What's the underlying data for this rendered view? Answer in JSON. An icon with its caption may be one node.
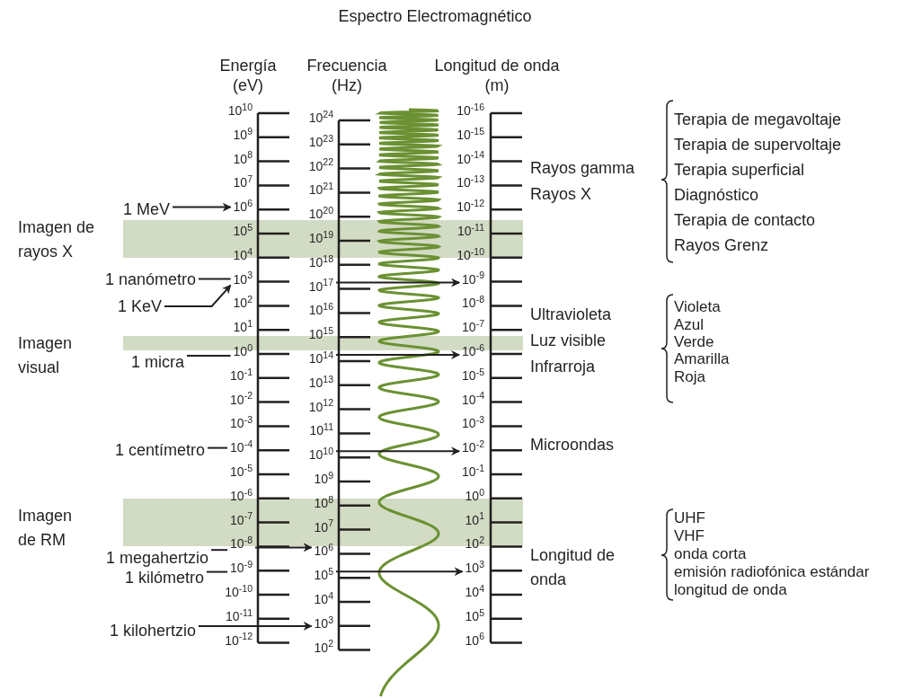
{
  "diagram": {
    "title": "Espectro Electromagnético",
    "nodes": [
      {
        "text": [
          "1 MeV"
        ]
      },
      {
        "text": [
          "1 nanómetro"
        ]
      },
      {
        "text": [
          "1 KeV"
        ]
      },
      {
        "text": [
          "1 micra"
        ]
      },
      {
        "text": [
          "1 centímetro"
        ]
      },
      {
        "text": [
          "1 megahertzio"
        ]
      },
      {
        "text": [
          "1 kilómetro"
        ]
      },
      {
        "text": [
          "1 kilohertzio"
        ]
      },
      {
        "text": [
          "10$^{10}$"
        ]
      },
      {
        "text": [
          "10$^{9}$"
        ]
      },
      {
        "text": [
          "10$^{8}$"
        ]
      },
      {
        "text": [
          "10$^{7}$"
        ]
      },
      {
        "text": [
          "10$^{6}$"
        ]
      },
      {
        "text": [
          "10$^{5}$"
        ]
      },
      {
        "text": [
          "10$^{4}$"
        ]
      },
      {
        "text": [
          "10$^{3}$"
        ]
      },
      {
        "text": [
          "10$^{2}$"
        ]
      },
      {
        "text": [
          "10$^{1}$"
        ]
      },
      {
        "text": [
          "10$^{0}$"
        ]
      },
      {
        "text": [
          "10$^{-1}$"
        ]
      },
      {
        "text": [
          "10$^{-2}$"
        ]
      },
      {
        "text": [
          "10$^{-3}$"
        ]
      },
      {
        "text": [
          "10$^{-4}$"
        ]
      },
      {
        "text": [
          "10$^{-5}$"
        ]
      },
      {
        "text": [
          "10$^{-6}$"
        ]
      },
      {
        "text": [
          "10$^{-7}$"
        ]
      },
      {
        "text": [
          "10$^{-8}$"
        ]
      },
      {
        "text": [
          "10$^{-9}$"
        ]
      },
      {
        "text": [
          "10$^{-10}$"
        ]
      },
      {
        "text": [
          "10$^{-11}$"
        ]
      },
      {
        "text": [
          "10$^{-12}$"
        ]
      },
      {
        "text": [
          "10$^{24}$"
        ]
      },
      {
        "text": [
          "10$^{23}$"
        ]
      },
      {
        "text": [
          "10$^{22}$"
        ]
      },
      {
        "text": [
          "10$^{21}$"
        ]
      },
      {
        "text": [
          "10$^{20}$"
        ]
      },
      {
        "text": [
          "10$^{19}$"
        ]
      },
      {
        "text": [
          "10$^{18}$"
        ]
      },
      {
        "text": [
          "10$^{17}$"
        ]
      },
      {
        "text": [
          "10$^{16}$"
        ]
      },
      {
        "text": [
          "10$^{15}$"
        ]
      },
      {
        "text": [
          "10$^{14}$"
        ]
      },
      {
        "text": [
          "10$^{13}$"
        ]
      },
      {
        "text": [
          "10$^{12}$"
        ]
      },
      {
        "text": [
          "10$^{11}$"
        ]
      },
      {
        "text": [
          "10$^{10}$"
        ]
      },
      {
        "text": [
          "10$^{9}$"
        ]
      },
      {
        "text": [
          "10$^{8}$"
        ]
      },
      {
        "text": [
          "10$^{7}$"
        ]
      },
      {
        "text": [
          "10$^{6}$"
        ]
      },
      {
        "text": [
          "10$^{5}$"
        ]
      },
      {
        "text": [
          "10$^{4}$"
        ]
      },
      {
        "text": [
          "10$^{3}$"
        ]
      },
      {
        "text": [
          "10$^{2}$"
        ]
      },
      {
        "text": [
          "10$^{-16}$"
        ]
      },
      {
        "text": [
          "10$^{-15}$"
        ]
      },
      {
        "text": [
          "10$^{-14}$"
        ]
      },
      {
        "text": [
          "10$^{-13}$"
        ]
      },
      {
        "text": [
          "10$^{-12}$"
        ]
      },
      {
        "text": [
          "10$^{-11}$"
        ]
      },
      {
        "text": [
          "10$^{-10}$"
        ]
      },
      {
        "text": [
          "10$^{-9}$"
        ]
      },
      {
        "text": [
          "10$^{-8}$"
        ]
      },
      {
        "text": [
          "10$^{-7}$"
        ]
      },
      {
        "text": [
          "10$^{-6}$"
        ]
      },
      {
        "text": [
          "10$^{-5}$"
        ]
      },
      {
        "text": [
          "10$^{-4}$"
        ]
      },
      {
        "text": [
          "10$^{-3}$"
        ]
      },
      {
        "text": [
          "10$^{-2}$"
        ]
      },
      {
        "text": [
          "10$^{-1}$"
        ]
      },
      {
        "text": [
          "10$^{0}$"
        ]
      },
      {
        "text": [
          "10$^{1}$"
        ]
      },
      {
        "text": [
          "10$^{2}$"
        ]
      },
      {
        "text": [
          "10$^{3}$"
        ]
      },
      {
        "text": [
          "10$^{4}$"
        ]
      },
      {
        "text": [
          "10$^{5}$"
        ]
      },
      {
        "text": [
          "10$^{6}$"
        ]
      }
    ],
    "edges": [
      {
        "from": 0,
        "to": 12,
        "arrow": "to"
      },
      {
        "from": 1,
        "to": 15,
        "arrow": "none"
      },
      {
        "from": 2,
        "to": 15,
        "arrow": "to"
      },
      {
        "from": 38,
        "to": 61,
        "arrow": "to"
      },
      {
        "from": 3,
        "to": 18,
        "arrow": "none"
      },
      {
        "from": 41,
        "to": 64,
        "arrow": "to"
      },
      {
        "from": 4,
        "to": 22,
        "arrow": "none"
      },
      {
        "from": 45,
        "to": 68,
        "arrow": "to"
      },
      {
        "from": 5,
        "to": 26,
        "arrow": "none"
      },
      {
        "from": 26,
        "to": 49,
        "arrow": "to"
      },
      {
        "from": 6,
        "to": 27,
        "arrow": "none"
      },
      {
        "from": 50,
        "to": 73,
        "arrow": "to"
      },
      {
        "from": 7,
        "to": 52,
        "arrow": "to"
      }
    ],
    "labels": [
      "Energía (eV)",
      "Frecuencia (Hz)",
      "Longitud de onda (m)",
      "Imagen de rayos X",
      "Imagen visual",
      "Imagen de RM",
      "Rayos gamma",
      "Rayos X",
      "Ultravioleta",
      "Luz visible",
      "Infrarroja",
      "Microondas",
      "Longitud de onda",
      "Terapia de megavoltaje",
      "Terapia de supervoltaje",
      "Terapia superficial",
      "Diagnóstico",
      "Terapia de contacto",
      "Rayos Grenz",
      "Violeta",
      "Azul",
      "Verde",
      "Amarilla",
      "Roja",
      "UHF",
      "VHF",
      "onda corta",
      "emisión radiofónica estándar",
      "longitud de onda"
    ]
  }
}
